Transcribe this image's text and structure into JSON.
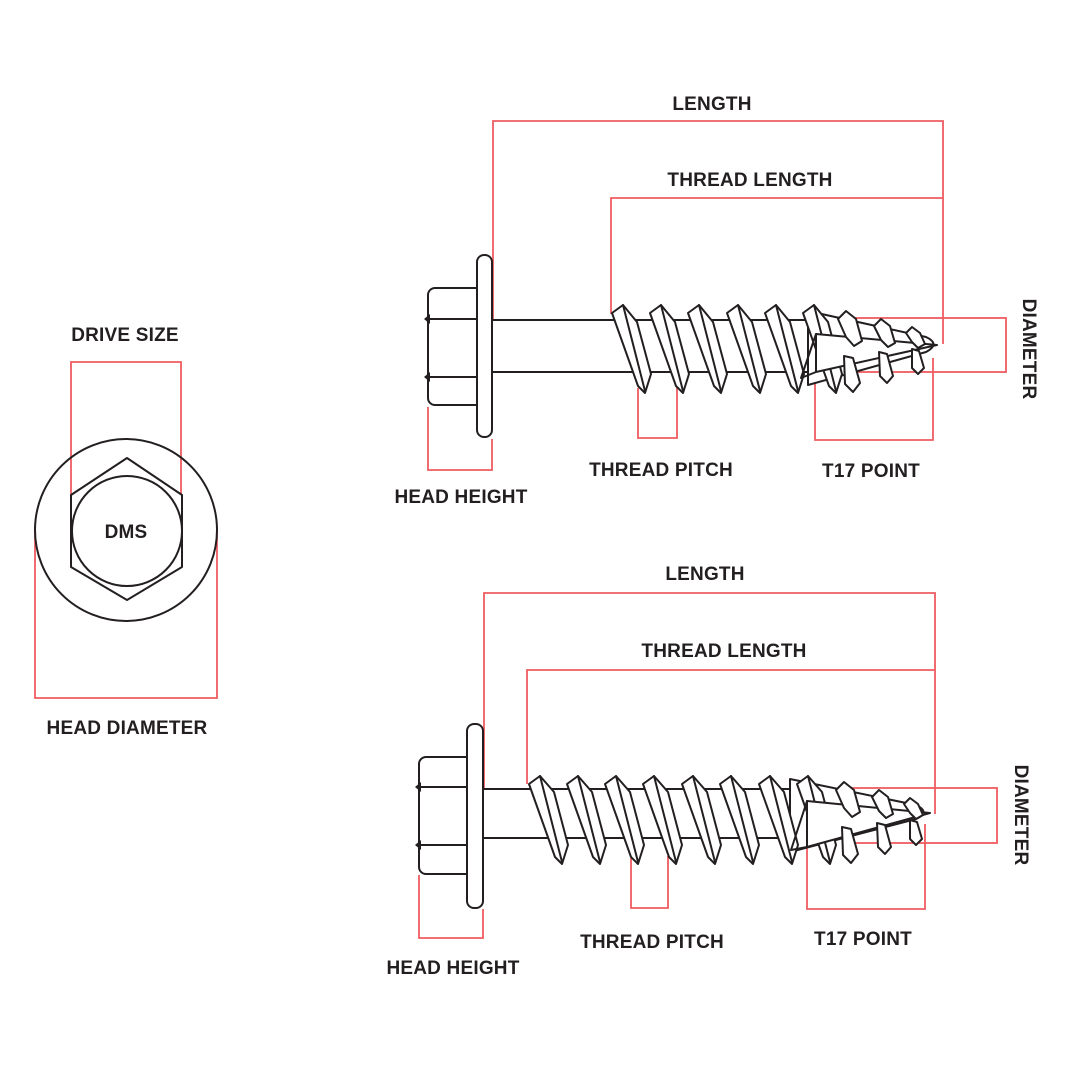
{
  "colors": {
    "dimension_line": "#ee5c60",
    "ink": "#231f20",
    "background": "#ffffff"
  },
  "front_view": {
    "drive_size_label": "DRIVE SIZE",
    "head_diameter_label": "HEAD DIAMETER",
    "drive_marking": "DMS"
  },
  "top_screw": {
    "length_label": "LENGTH",
    "thread_length_label": "THREAD LENGTH",
    "diameter_label": "DIAMETER",
    "thread_pitch_label": "THREAD PITCH",
    "point_label": "T17 POINT",
    "head_height_label": "HEAD HEIGHT"
  },
  "bottom_screw": {
    "length_label": "LENGTH",
    "thread_length_label": "THREAD LENGTH",
    "diameter_label": "DIAMETER",
    "thread_pitch_label": "THREAD PITCH",
    "point_label": "T17 POINT",
    "head_height_label": "HEAD HEIGHT"
  }
}
